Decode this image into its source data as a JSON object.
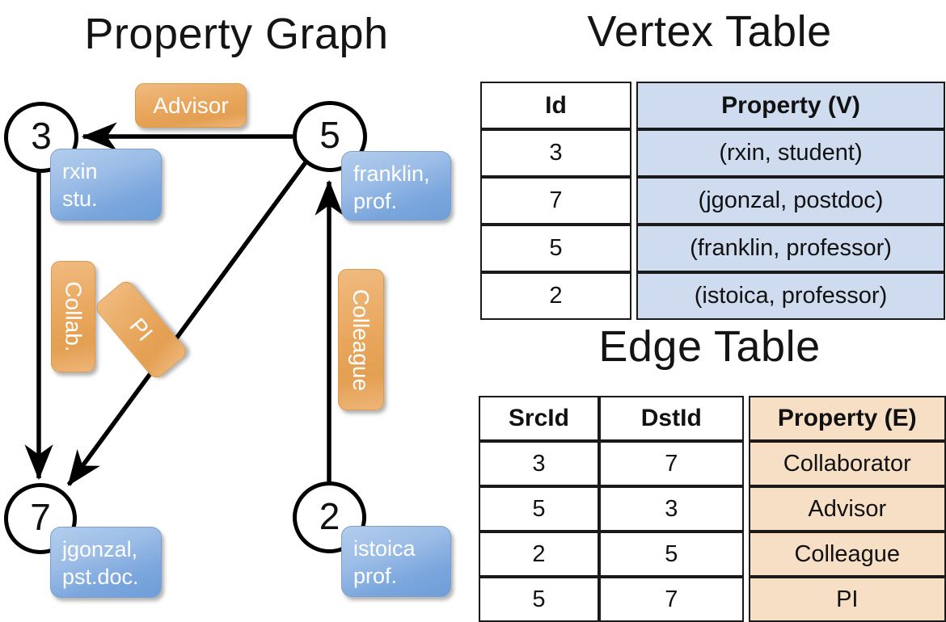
{
  "titles": {
    "property_graph": "Property Graph",
    "vertex_table": "Vertex Table",
    "edge_table": "Edge Table"
  },
  "colors": {
    "vertex_header_fill": "#cfdcf0",
    "edge_header_fill": "#f7dfc6",
    "vertex_box_blue": "#7aa6dd",
    "edge_label_orange": "#e9a85f",
    "stroke": "#000000"
  },
  "graph": {
    "nodes": [
      {
        "id": "3",
        "property_line1": "rxin",
        "property_line2": "stu."
      },
      {
        "id": "5",
        "property_line1": "franklin,",
        "property_line2": "prof."
      },
      {
        "id": "7",
        "property_line1": "jgonzal,",
        "property_line2": "pst.doc."
      },
      {
        "id": "2",
        "property_line1": "istoica",
        "property_line2": "prof."
      }
    ],
    "edge_labels": [
      {
        "name": "advisor",
        "text": "Advisor"
      },
      {
        "name": "collab",
        "text": "Collab."
      },
      {
        "name": "pi",
        "text": "PI"
      },
      {
        "name": "colleague",
        "text": "Colleague"
      }
    ]
  },
  "vertex_table": {
    "columns": [
      "Id",
      "Property (V)"
    ],
    "rows": [
      {
        "id": "3",
        "property": "(rxin, student)"
      },
      {
        "id": "7",
        "property": "(jgonzal, postdoc)"
      },
      {
        "id": "5",
        "property": "(franklin, professor)"
      },
      {
        "id": "2",
        "property": "(istoica, professor)"
      }
    ]
  },
  "edge_table": {
    "columns": [
      "SrcId",
      "DstId",
      "Property (E)"
    ],
    "rows": [
      {
        "src": "3",
        "dst": "7",
        "property": "Collaborator"
      },
      {
        "src": "5",
        "dst": "3",
        "property": "Advisor"
      },
      {
        "src": "2",
        "dst": "5",
        "property": "Colleague"
      },
      {
        "src": "5",
        "dst": "7",
        "property": "PI"
      }
    ]
  }
}
